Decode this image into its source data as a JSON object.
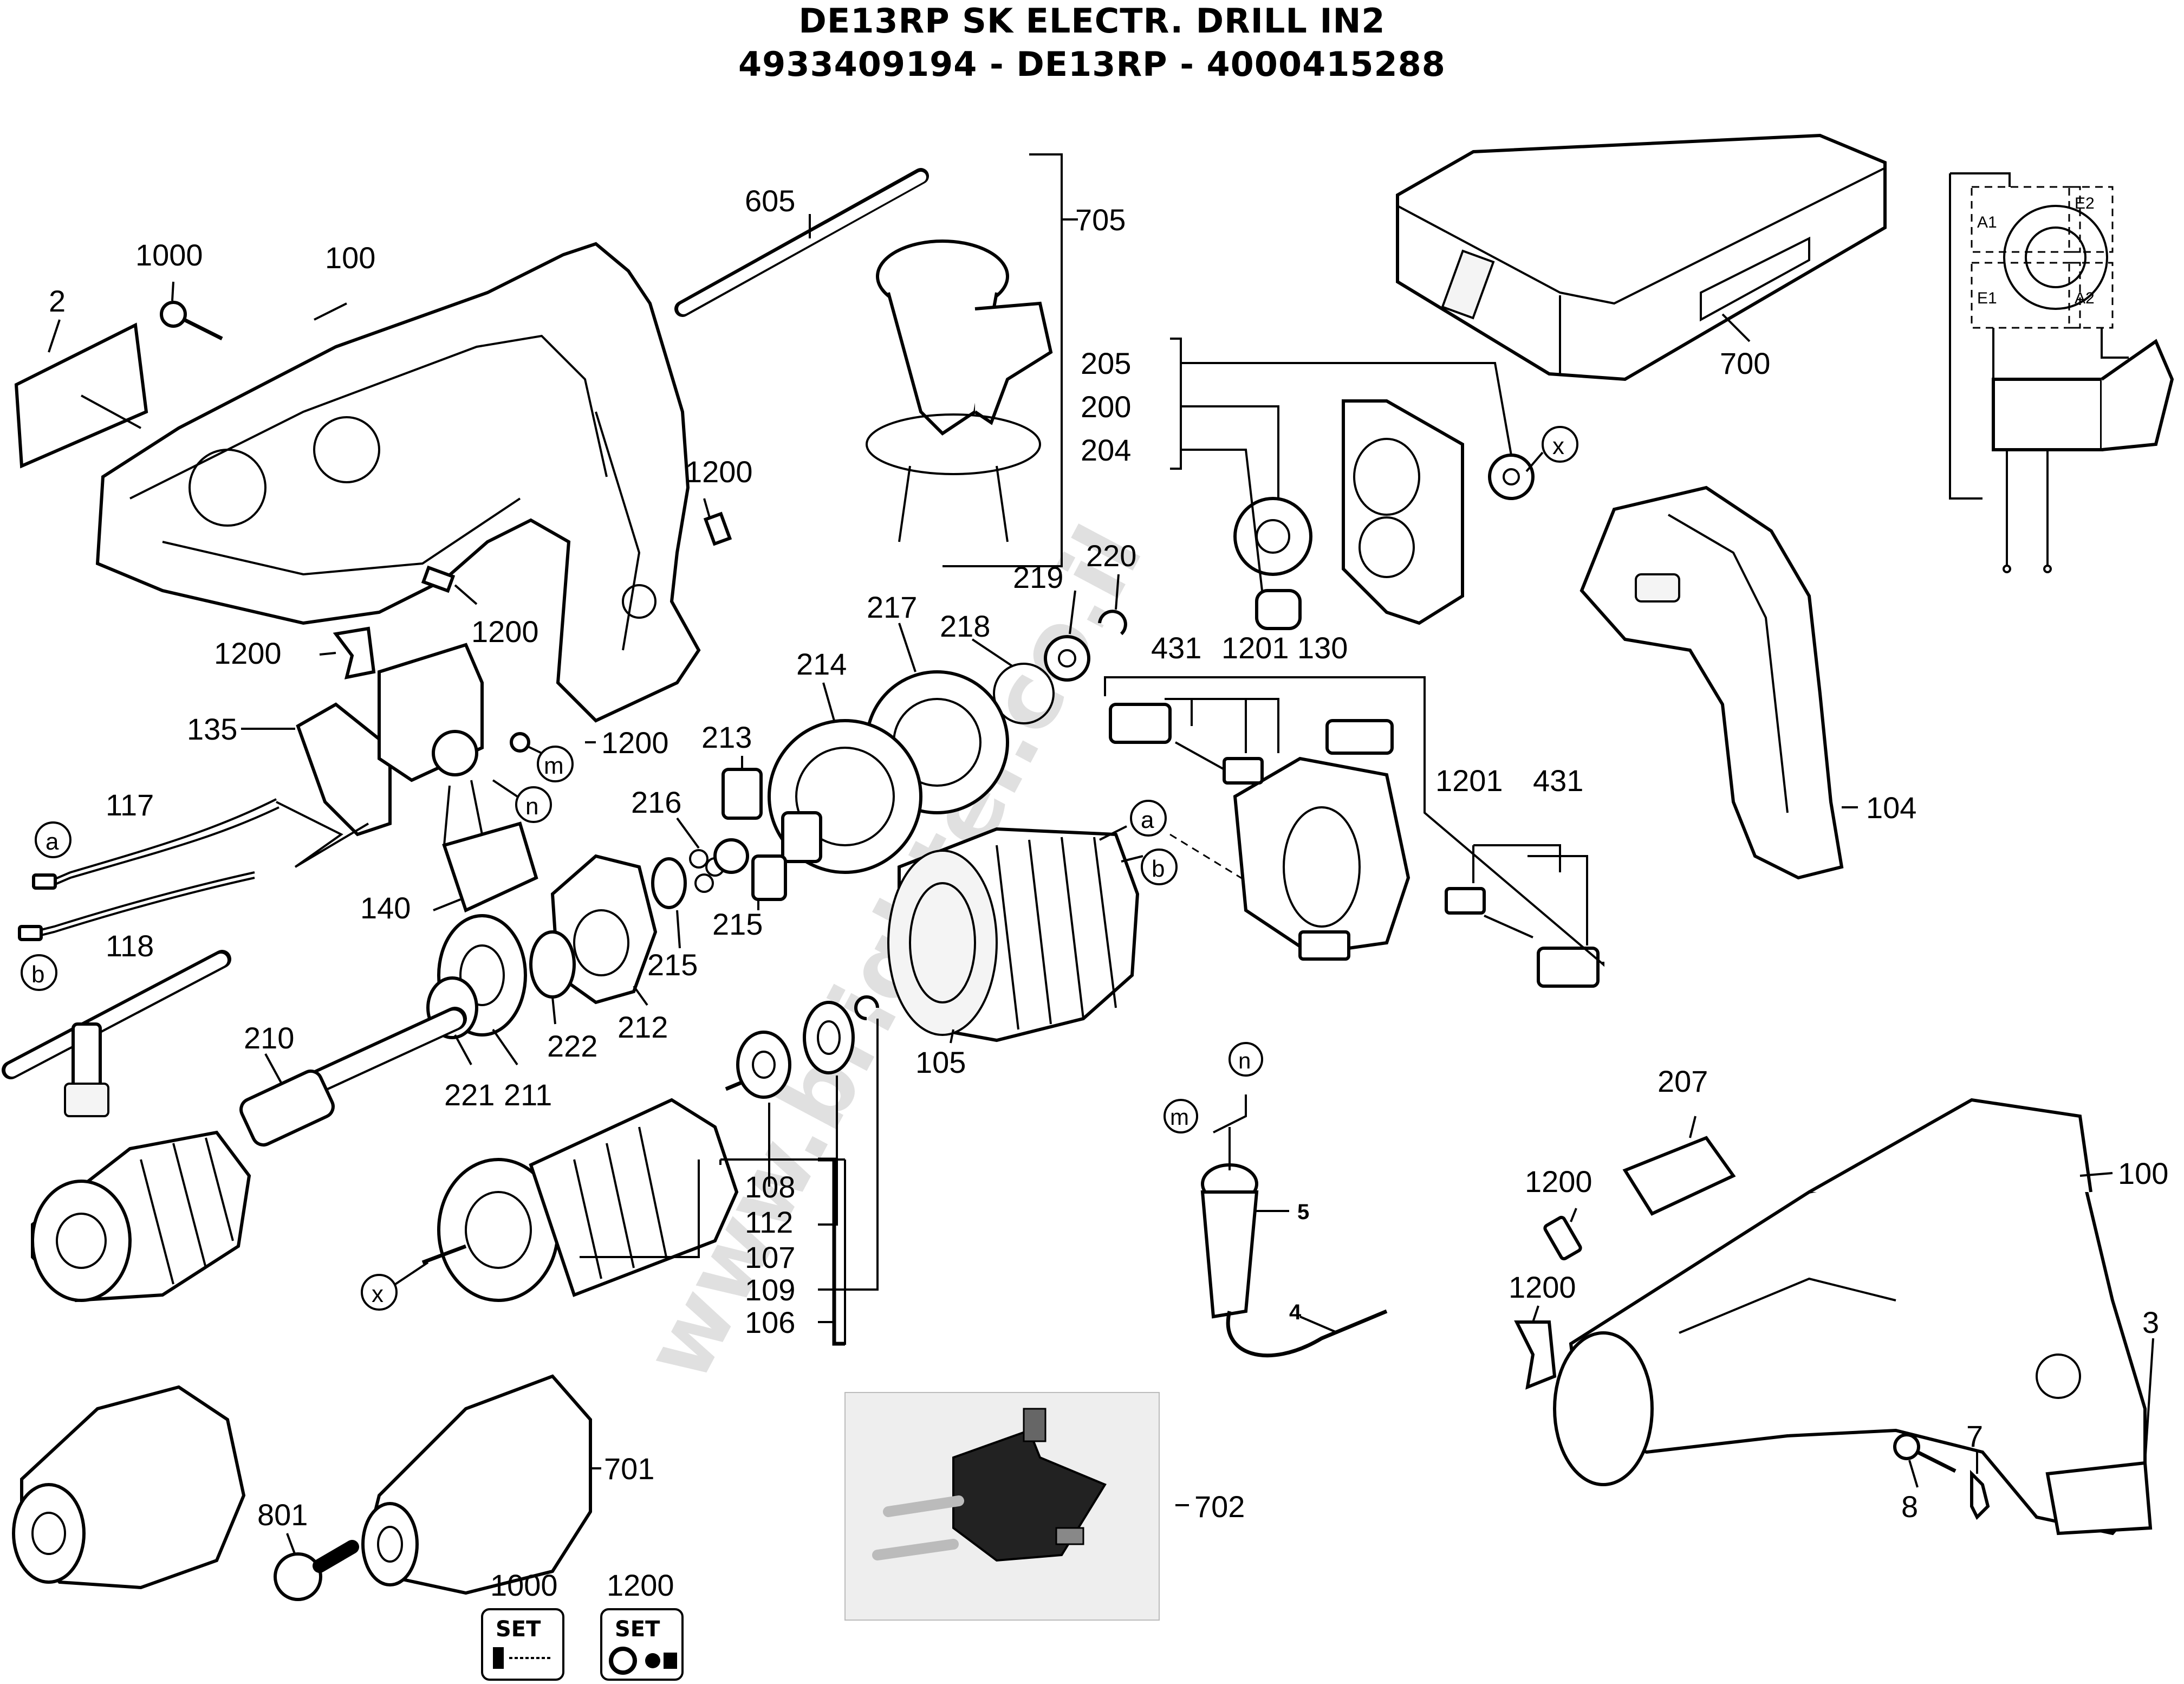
{
  "header": {
    "title_line1": "DE13RP SK ELECTR. DRILL IN2",
    "title_line2": "4933409194 - DE13RP - 4000415288"
  },
  "watermark": "www.brighter.co.il",
  "labels": {
    "l605": "605",
    "l705": "705",
    "l1000": "1000",
    "l100a": "100",
    "l2": "2",
    "l1200a": "1200",
    "l1200b": "1200",
    "l1200c": "1200",
    "l1200d": "1200",
    "l135": "135",
    "l117": "117",
    "l118": "118",
    "l140": "140",
    "l205": "205",
    "l200": "200",
    "l204": "204",
    "l700": "700",
    "l220": "220",
    "l219": "219",
    "l217": "217",
    "l218": "218",
    "l214": "214",
    "l213": "213",
    "l216": "216",
    "l215a": "215",
    "l215b": "215",
    "l431a": "431",
    "l1201a": "1201",
    "l130": "130",
    "l1201b": "1201",
    "l431b": "431",
    "l104": "104",
    "l210": "210",
    "l221": "221",
    "l211": "211",
    "l222": "222",
    "l212": "212",
    "l105": "105",
    "l108": "108",
    "l112": "112",
    "l107": "107",
    "l109": "109",
    "l106": "106",
    "l207": "207",
    "l1200e": "1200",
    "l1200f": "1200",
    "l100b": "100",
    "l3": "3",
    "l5": "5",
    "l4": "4",
    "l7": "7",
    "l8": "8",
    "l801": "801",
    "l701": "701",
    "l702": "702",
    "set1000": "1000",
    "set1200": "1200",
    "set_word": "SET"
  },
  "callouts": {
    "a": "a",
    "b": "b",
    "m": "m",
    "n": "n",
    "x": "x"
  },
  "wiring": {
    "A1": "A1",
    "E2": "E2",
    "E1": "E1",
    "A2": "A2"
  }
}
